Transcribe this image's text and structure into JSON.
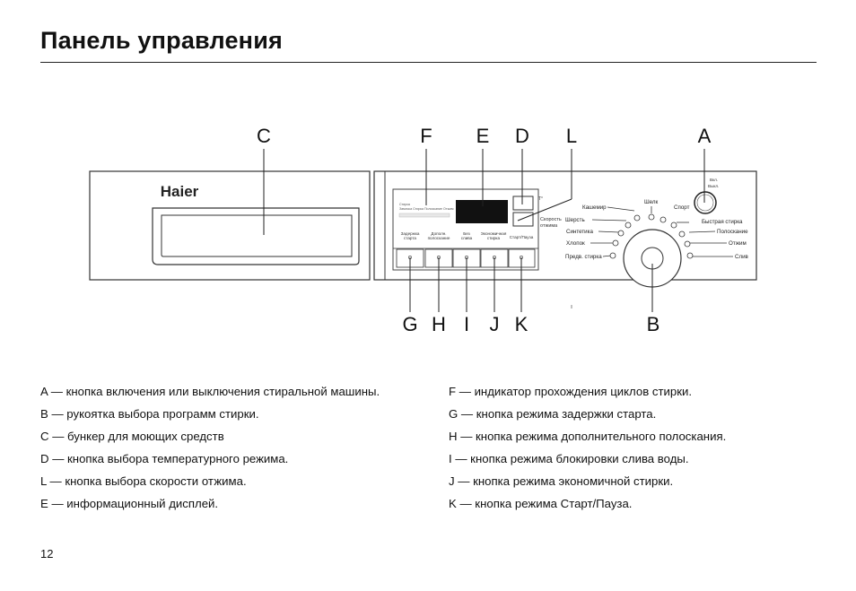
{
  "page": {
    "title": "Панель управления",
    "page_number": "12"
  },
  "diagram": {
    "brand": "Haier",
    "callouts": [
      "C",
      "F",
      "E",
      "D",
      "L",
      "A",
      "G",
      "H",
      "I",
      "J",
      "K",
      "B"
    ],
    "indicator": {
      "line1": "Стирка",
      "line2": "Замочка Стирка Полоскание Отжим"
    },
    "temp_symbol": "T°",
    "spin_label": [
      "Скорость",
      "отжима"
    ],
    "button_labels": [
      [
        "Задержка",
        "старта"
      ],
      [
        "Дополн.",
        "полоскание"
      ],
      [
        "Без",
        "слива"
      ],
      [
        "Экономичная",
        "стирка"
      ],
      [
        "Старт/Пауза"
      ]
    ],
    "power_label": [
      "Вкл.",
      "Выкл."
    ],
    "programs_left": [
      "Кашемир",
      "Шерсть",
      "Синтетика",
      "Хлопок",
      "Предв. стирка"
    ],
    "programs_top": [
      "Шелк",
      "Спорт"
    ],
    "programs_right": [
      "Быстрая стирка",
      "Полоскание",
      "Отжим",
      "Слив"
    ]
  },
  "legend_left": [
    "A — кнопка включения или выключения стиральной машины.",
    "B — рукоятка выбора программ стирки.",
    "C — бункер для моющих средств",
    "D — кнопка выбора температурного режима.",
    "L — кнопка выбора скорости отжима.",
    "E — информационный дисплей."
  ],
  "legend_right": [
    "F — индикатор прохождения циклов стирки.",
    "G — кнопка режима задержки старта.",
    "H — кнопка режима дополнительного полоскания.",
    "I — кнопка режима блокировки слива воды.",
    "J — кнопка режима экономичной стирки.",
    "K — кнопка режима Старт/Пауза."
  ]
}
